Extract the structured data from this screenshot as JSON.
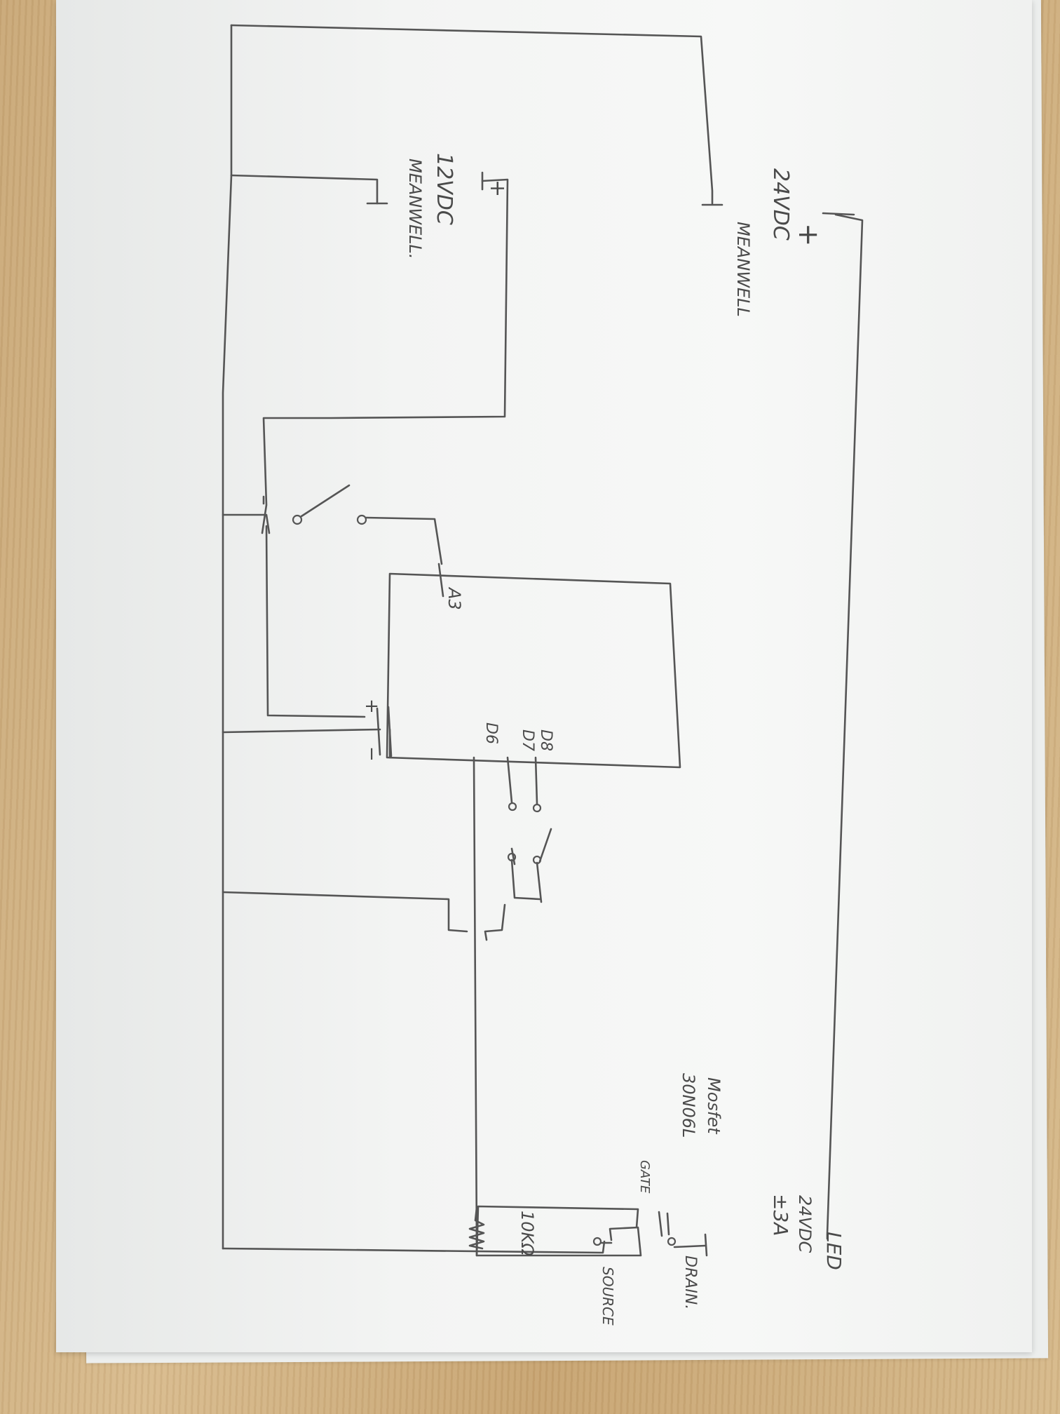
{
  "labels": {
    "psu24_plus": "+",
    "psu24_volts": "24VDC",
    "psu24_minus": "⊤",
    "psu24_brand": "MEANWELL",
    "psu12_plus": "+",
    "psu12_volts": "12VDC",
    "psu12_brand": "MEANWELL.",
    "pin_a3": "A3",
    "cap_plus": "+",
    "cap_minus": "−",
    "pin_d6": "D6",
    "pin_d8": "D8",
    "pin_d7": "D7",
    "mosfet_title": "Mosfet",
    "mosfet_part": "30N06L",
    "gate": "GATE",
    "drain": "DRAIN.",
    "source": "SOURCE",
    "resistor": "10KΩ",
    "led": "LED",
    "led_volts": "24VDC",
    "led_current": "±3A"
  }
}
